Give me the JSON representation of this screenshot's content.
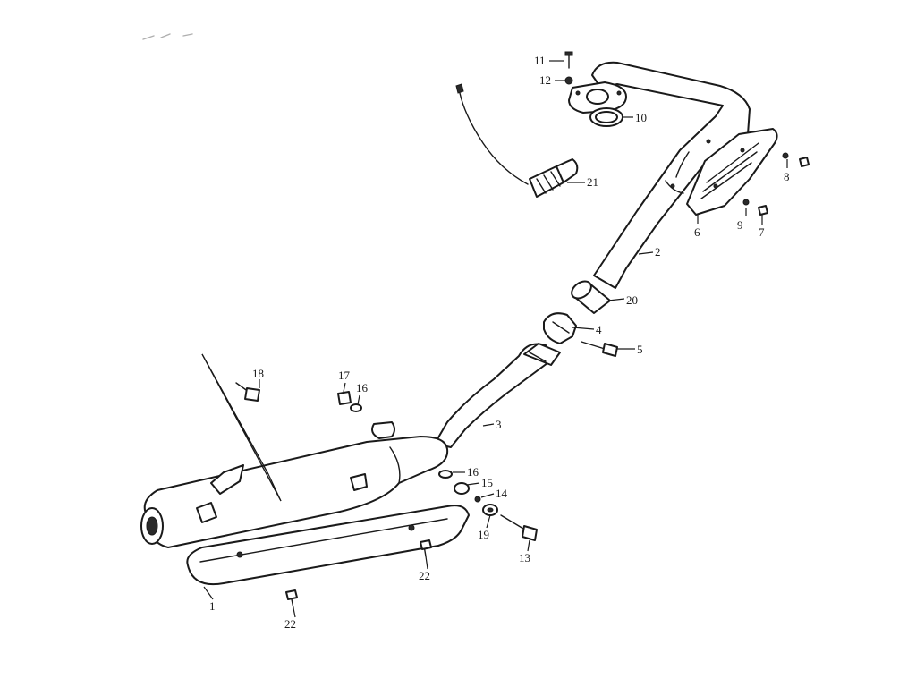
{
  "callouts": {
    "c1": "1",
    "c2": "2",
    "c3": "3",
    "c4": "4",
    "c5": "5",
    "c6": "6",
    "c7": "7",
    "c8": "8",
    "c9": "9",
    "c10": "10",
    "c11": "11",
    "c12": "12",
    "c13": "13",
    "c14": "14",
    "c15": "15",
    "c16a": "16",
    "c16b": "16",
    "c17": "17",
    "c18": "18",
    "c19": "19",
    "c20": "20",
    "c21": "21",
    "c22a": "22",
    "c22b": "22"
  }
}
